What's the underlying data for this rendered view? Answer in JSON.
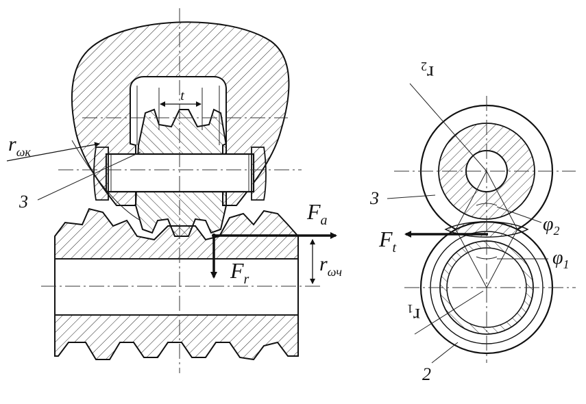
{
  "labels": {
    "t": "t",
    "r_wk_main": "r",
    "r_wk_sub": "ωк",
    "part3_left": "3",
    "Fa_main": "F",
    "Fa_sub": "a",
    "Fr_main": "F",
    "Fr_sub": "r",
    "r_wch_main": "r",
    "r_wch_sub": "ωч",
    "Ft_main": "F",
    "Ft_sub": "t",
    "r2_main": "r",
    "r2_sub": "2",
    "part3_right": "3",
    "phi2_main": "φ",
    "phi2_sub": "2",
    "phi1_main": "φ",
    "phi1_sub": "1",
    "r1_main": "r",
    "r1_sub": "1",
    "part2": "2"
  },
  "colors": {
    "ink": "#111111",
    "background": "#ffffff"
  }
}
